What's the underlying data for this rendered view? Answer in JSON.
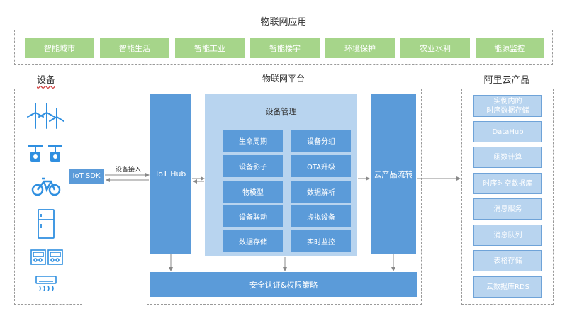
{
  "top": {
    "title": "物联网应用",
    "apps": [
      "智能城市",
      "智能生活",
      "智能工业",
      "智能楼宇",
      "环境保护",
      "农业水利",
      "能源监控"
    ]
  },
  "devices": {
    "title": "设备",
    "sdk_label": "IoT SDK",
    "connect_label": "设备接入",
    "icons": [
      "wind-turbine-icon",
      "fan-icon",
      "bicycle-icon",
      "refrigerator-icon",
      "meter-icon",
      "air-conditioner-icon"
    ]
  },
  "platform": {
    "title": "物联网平台",
    "hub_label": "IoT Hub",
    "mgmt_title": "设备管理",
    "mgmt_items": [
      "生命周期",
      "设备分组",
      "设备影子",
      "OTA升级",
      "物模型",
      "数据解析",
      "设备联动",
      "虚拟设备",
      "数据存储",
      "实时监控"
    ],
    "cloud_label": "云产品流转",
    "security_label": "安全认证&权限策略"
  },
  "cloud": {
    "title": "阿里云产品",
    "products": [
      "实例内的\n时序数据存储",
      "DataHub",
      "函数计算",
      "时序时空数据库",
      "消息服务",
      "消息队列",
      "表格存储",
      "云数据库RDS"
    ]
  },
  "colors": {
    "green": "#a6d58a",
    "blue": "#5b9bd9",
    "light_blue": "#b8d4ef",
    "icon_blue": "#2f8fe0"
  }
}
